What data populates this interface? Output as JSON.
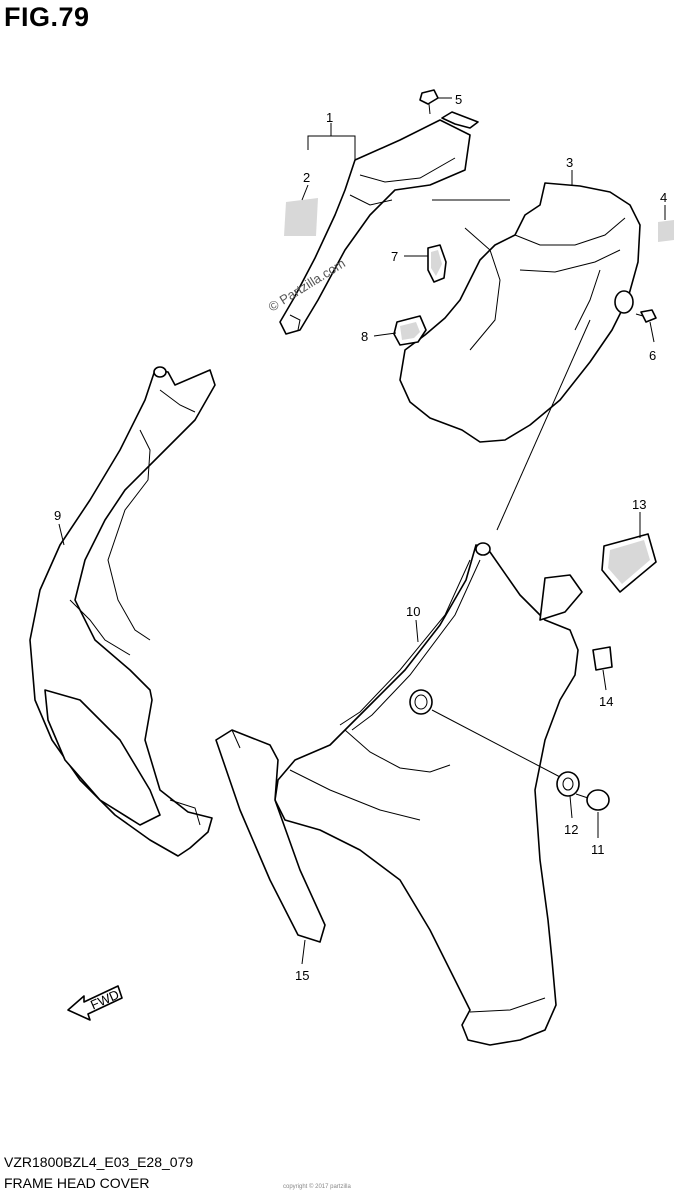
{
  "figure": {
    "title": "FIG.79"
  },
  "watermark": "© Partzilla.com",
  "fwd_arrow_label": "FWD",
  "callouts": [
    {
      "id": "c1",
      "text": "1"
    },
    {
      "id": "c2",
      "text": "2"
    },
    {
      "id": "c3",
      "text": "3"
    },
    {
      "id": "c4",
      "text": "4"
    },
    {
      "id": "c5",
      "text": "5"
    },
    {
      "id": "c6",
      "text": "6"
    },
    {
      "id": "c7",
      "text": "7"
    },
    {
      "id": "c8",
      "text": "8"
    },
    {
      "id": "c9",
      "text": "9"
    },
    {
      "id": "c10",
      "text": "10"
    },
    {
      "id": "c11",
      "text": "11"
    },
    {
      "id": "c12",
      "text": "12"
    },
    {
      "id": "c13",
      "text": "13"
    },
    {
      "id": "c14",
      "text": "14"
    },
    {
      "id": "c15",
      "text": "15"
    }
  ],
  "footer": {
    "code": "VZR1800BZL4_E03_E28_079",
    "description": "FRAME HEAD COVER",
    "copyright": "copyright © 2017 partzilla"
  },
  "colors": {
    "line": "#000000",
    "background": "#ffffff",
    "shade": "#d8d8d8"
  }
}
